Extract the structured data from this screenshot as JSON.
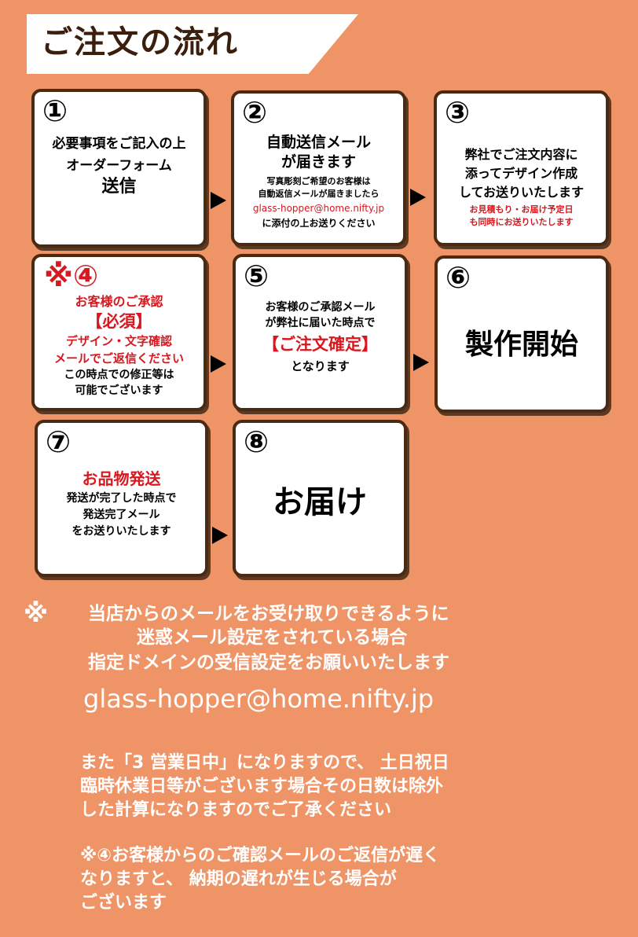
{
  "title": "ご注文の流れ",
  "steps": [
    {
      "num": "①",
      "lines": [
        "必要事項をご記入の上",
        "オーダーフォーム",
        "送信"
      ]
    },
    {
      "num": "②",
      "lines": [
        "自動送信メール",
        "が届きます",
        "写真彫刻ご希望のお客様は",
        "自動返信メールが届きましたら",
        "glass-hopper@home.nifty.jp",
        "に添付の上お送りください"
      ]
    },
    {
      "num": "③",
      "lines": [
        "弊社でご注文内容に",
        "添ってデザイン作成",
        "してお送りいたします",
        "お見積もり・お届け予定日",
        "も同時にお送りいたします"
      ]
    },
    {
      "num": "※④",
      "lines": [
        "お客様のご承認",
        "【必須】",
        "デザイン・文字確認",
        "メールでご返信ください",
        "この時点での修正等は",
        "可能でございます"
      ]
    },
    {
      "num": "⑤",
      "lines": [
        "お客様のご承認メール",
        "が弊社に届いた時点で",
        "【ご注文確定】",
        "となります"
      ]
    },
    {
      "num": "⑥",
      "lines": [
        "製作開始"
      ]
    },
    {
      "num": "⑦",
      "lines": [
        "お品物発送",
        "発送が完了した時点で",
        "発送完了メール",
        "をお送りいたします"
      ]
    },
    {
      "num": "⑧",
      "lines": [
        "お届け"
      ]
    }
  ],
  "notes": {
    "mark": "※",
    "line1": "当店からのメールをお受け取りできるように",
    "line2": "迷惑メール設定をされている場合",
    "line3": "指定ドメインの受信設定をお願いいたします",
    "email": "glass-hopper@home.nifty.jp",
    "para2": [
      "また「3 営業日中」になりますので、 土日祝日",
      "臨時休業日等がございます場合その日数は除外",
      "した計算になりますのでご了承ください"
    ],
    "para3": [
      "※④お客様からのご確認メールのご返信が遅く",
      "なりますと、 納期の遅れが生じる場合が",
      "ございます"
    ]
  },
  "colors": {
    "background": "#ef9467",
    "border": "#4a2a12",
    "accent_red": "#d8171f",
    "title_text": "#3b1e0c"
  }
}
